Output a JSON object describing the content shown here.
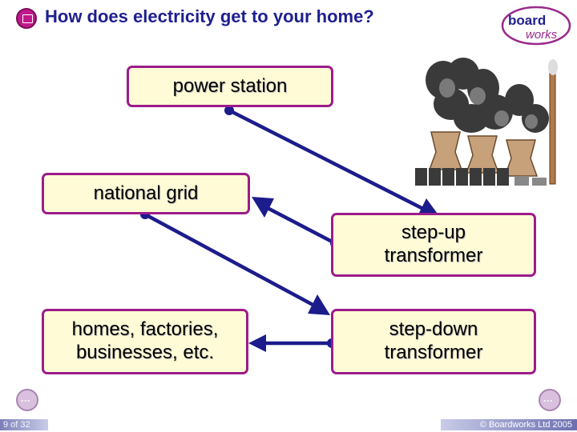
{
  "title": "How does electricity get to your home?",
  "logo": {
    "line1": "board",
    "line2": "works"
  },
  "boxes": {
    "power_station": "power station",
    "national_grid": "national grid",
    "step_up_line1": "step-up",
    "step_up_line2": "transformer",
    "homes_line1": "homes, factories,",
    "homes_line2": "businesses, etc.",
    "step_down_line1": "step-down",
    "step_down_line2": "transformer"
  },
  "footer": {
    "page": "9 of 32",
    "copyright": "© Boardworks Ltd 2005"
  },
  "colors": {
    "box_border": "#9c1c8a",
    "box_fill": "#fffbd6",
    "arrow": "#1c1c8c",
    "title": "#1f1f8f"
  },
  "icons": [
    "presentation-icon",
    "power-station-illustration",
    "back-icon",
    "forward-icon"
  ]
}
